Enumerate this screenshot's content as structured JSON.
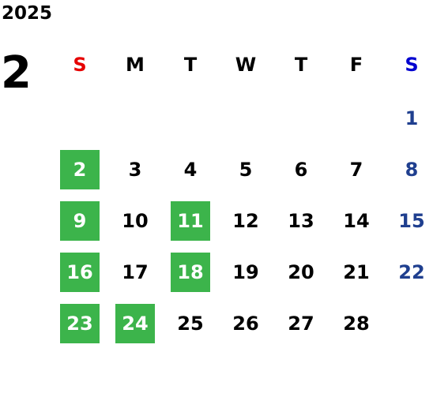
{
  "year": "2025",
  "month": "2",
  "colors": {
    "weekday": "#000000",
    "sunday_header": "#e60000",
    "saturday_header": "#0000d0",
    "saturday_dates": "#1f3f8f",
    "highlight_bg": "#3cb44b",
    "highlight_text": "#ffffff"
  },
  "weekdays": [
    {
      "label": "S",
      "color": "#e60000"
    },
    {
      "label": "M",
      "color": "#000000"
    },
    {
      "label": "T",
      "color": "#000000"
    },
    {
      "label": "W",
      "color": "#000000"
    },
    {
      "label": "T",
      "color": "#000000"
    },
    {
      "label": "F",
      "color": "#000000"
    },
    {
      "label": "S",
      "color": "#0000d0"
    }
  ],
  "weeks": [
    [
      {
        "day": "",
        "highlighted": false
      },
      {
        "day": "",
        "highlighted": false
      },
      {
        "day": "",
        "highlighted": false
      },
      {
        "day": "",
        "highlighted": false
      },
      {
        "day": "",
        "highlighted": false
      },
      {
        "day": "",
        "highlighted": false
      },
      {
        "day": "1",
        "highlighted": false
      }
    ],
    [
      {
        "day": "2",
        "highlighted": true
      },
      {
        "day": "3",
        "highlighted": false
      },
      {
        "day": "4",
        "highlighted": false
      },
      {
        "day": "5",
        "highlighted": false
      },
      {
        "day": "6",
        "highlighted": false
      },
      {
        "day": "7",
        "highlighted": false
      },
      {
        "day": "8",
        "highlighted": false
      }
    ],
    [
      {
        "day": "9",
        "highlighted": true
      },
      {
        "day": "10",
        "highlighted": false
      },
      {
        "day": "11",
        "highlighted": true
      },
      {
        "day": "12",
        "highlighted": false
      },
      {
        "day": "13",
        "highlighted": false
      },
      {
        "day": "14",
        "highlighted": false
      },
      {
        "day": "15",
        "highlighted": false
      }
    ],
    [
      {
        "day": "16",
        "highlighted": true
      },
      {
        "day": "17",
        "highlighted": false
      },
      {
        "day": "18",
        "highlighted": true
      },
      {
        "day": "19",
        "highlighted": false
      },
      {
        "day": "20",
        "highlighted": false
      },
      {
        "day": "21",
        "highlighted": false
      },
      {
        "day": "22",
        "highlighted": false
      }
    ],
    [
      {
        "day": "23",
        "highlighted": true
      },
      {
        "day": "24",
        "highlighted": true
      },
      {
        "day": "25",
        "highlighted": false
      },
      {
        "day": "26",
        "highlighted": false
      },
      {
        "day": "27",
        "highlighted": false
      },
      {
        "day": "28",
        "highlighted": false
      },
      {
        "day": "",
        "highlighted": false
      }
    ]
  ]
}
